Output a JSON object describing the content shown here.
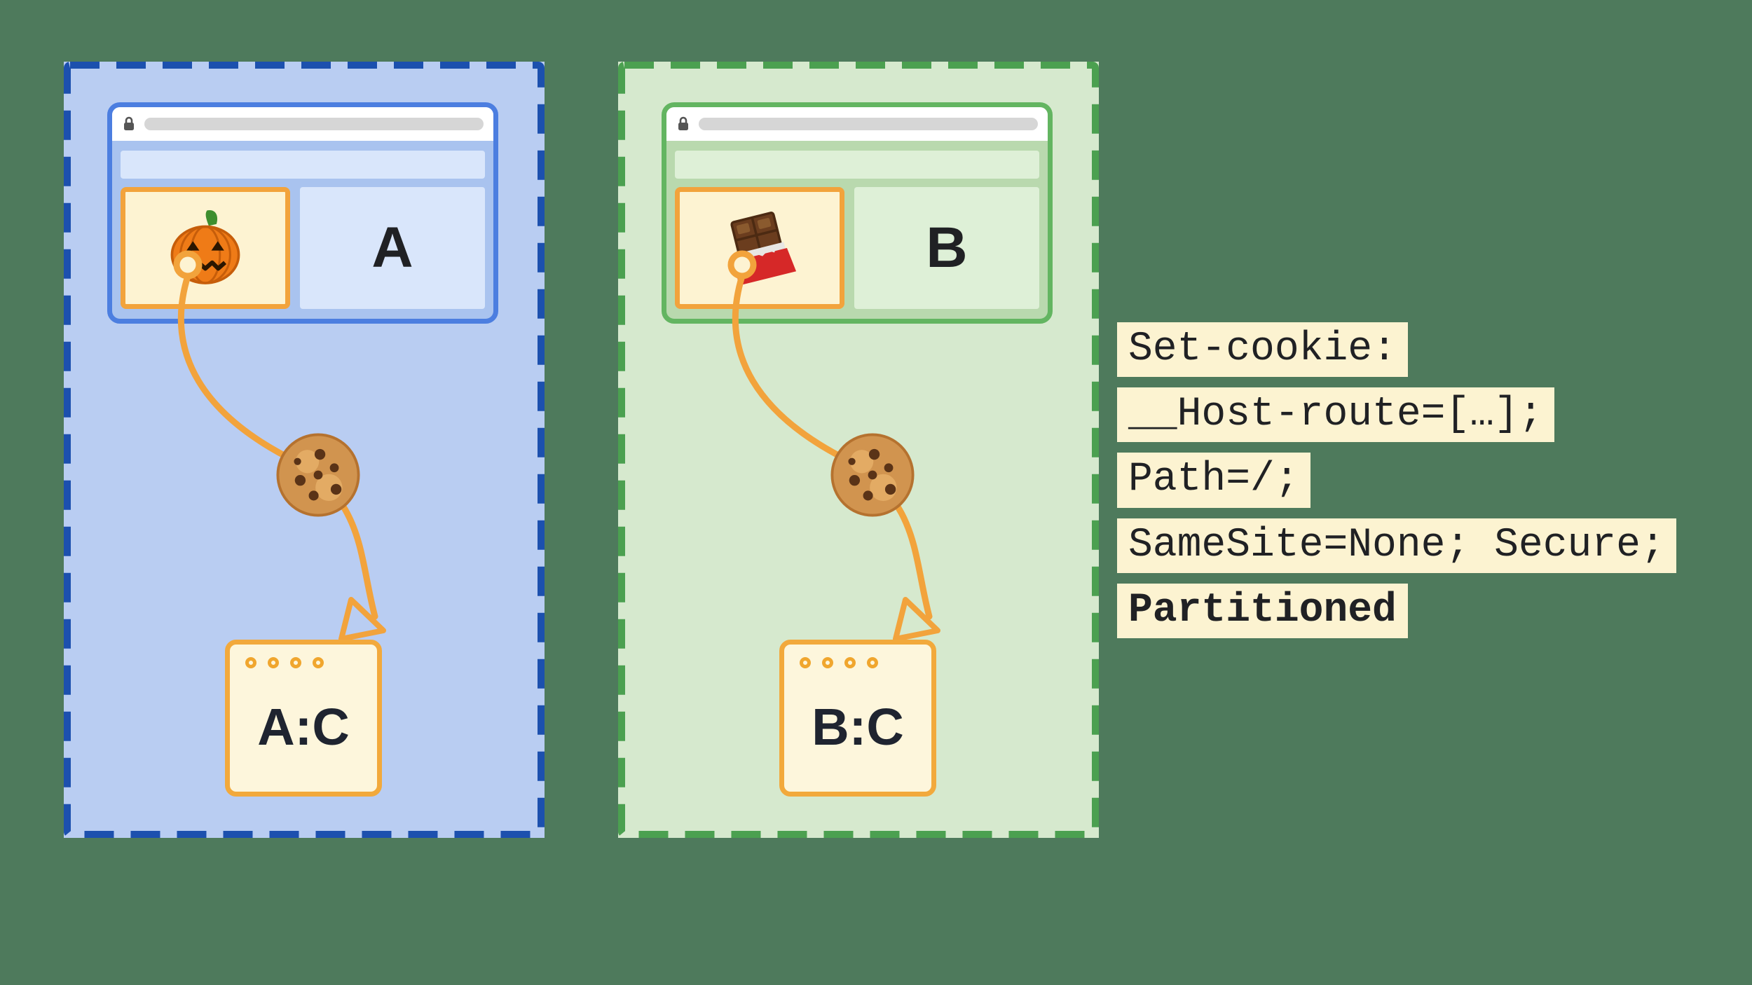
{
  "canvas": {
    "background": "#4e7a5c"
  },
  "panels": [
    {
      "id": "A",
      "site_label": "A",
      "storage_label": "A:C",
      "embed_icon": "pumpkin-icon",
      "accent": "#1c50ae",
      "fill": "#b9cdf2",
      "browser_border": "#4c7ee0"
    },
    {
      "id": "B",
      "site_label": "B",
      "storage_label": "B:C",
      "embed_icon": "chocolate-icon",
      "accent": "#4ba050",
      "fill": "#d6e9ce",
      "browser_border": "#63b561"
    }
  ],
  "connector": {
    "color": "#f2a33c",
    "cookie_icon": "cookie-icon"
  },
  "code": {
    "highlight": "#fcf3d1",
    "text_color": "#202124",
    "lines": [
      {
        "text": "Set-cookie:",
        "bold": false
      },
      {
        "text": "__Host-route=[…];",
        "bold": false
      },
      {
        "text": "Path=/;",
        "bold": false
      },
      {
        "text": "SameSite=None; Secure;",
        "bold": false
      },
      {
        "text": "Partitioned",
        "bold": true
      }
    ]
  }
}
